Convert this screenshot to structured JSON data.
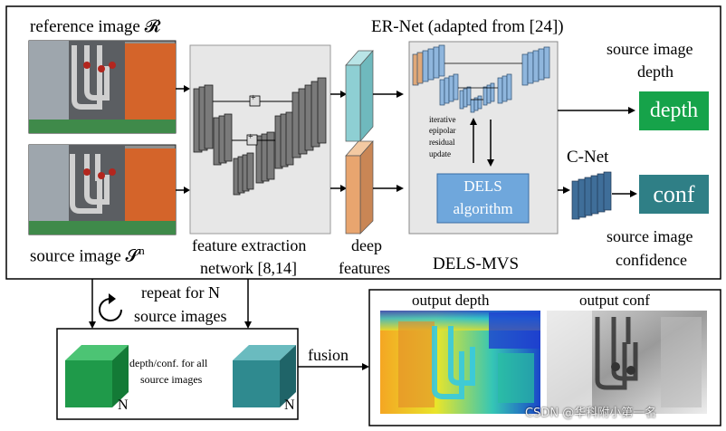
{
  "colors": {
    "depth_green": "#16a34a",
    "conf_teal": "#2f7f86",
    "deep_feature_teal": "#8ecfd3",
    "deep_feature_orange": "#e8a56f",
    "feature_gray": "#7a7a7a",
    "dels_blue": "#6fa7dc",
    "er_net_blue": "#8fb6dd",
    "cnet_blue": "#3f6e99",
    "panel_gray": "#e7e7e7",
    "cube_green": "#1f9a4a",
    "cube_teal": "#2f8a8f"
  },
  "top_section": {
    "reference_label": "reference image 𝓡",
    "source_label_prefix": "source image 𝓢",
    "source_label_sup": "n",
    "feature_extraction_label_line1": "feature extraction",
    "feature_extraction_label_line2": "network [8,14]",
    "deep_features_line1": "deep",
    "deep_features_line2": "features",
    "er_net_title": "ER-Net (adapted from [24])",
    "iterative_line1": "iterative",
    "iterative_line2": "epipolar",
    "iterative_line3": "residual",
    "iterative_line4": "update",
    "dels_line1": "DELS",
    "dels_line2": "algorithm",
    "dels_mvs_label": "DELS-MVS",
    "c_net_label": "C-Net",
    "source_depth_line1": "source image",
    "source_depth_line2": "depth",
    "depth_box": "depth",
    "conf_box": "conf",
    "source_conf_line1": "source image",
    "source_conf_line2": "confidence",
    "plus_symbol": "+"
  },
  "bottom_section": {
    "repeat_line1": "repeat for N",
    "repeat_line2": "source images",
    "cube_caption_line1": "depth/conf. for all",
    "cube_caption_line2": "source images",
    "n_label_left": "N",
    "n_label_right": "N",
    "fusion_label": "fusion",
    "output_depth_label": "output depth",
    "output_conf_label": "output conf"
  },
  "watermark": "CSDN @华科附小第一名"
}
